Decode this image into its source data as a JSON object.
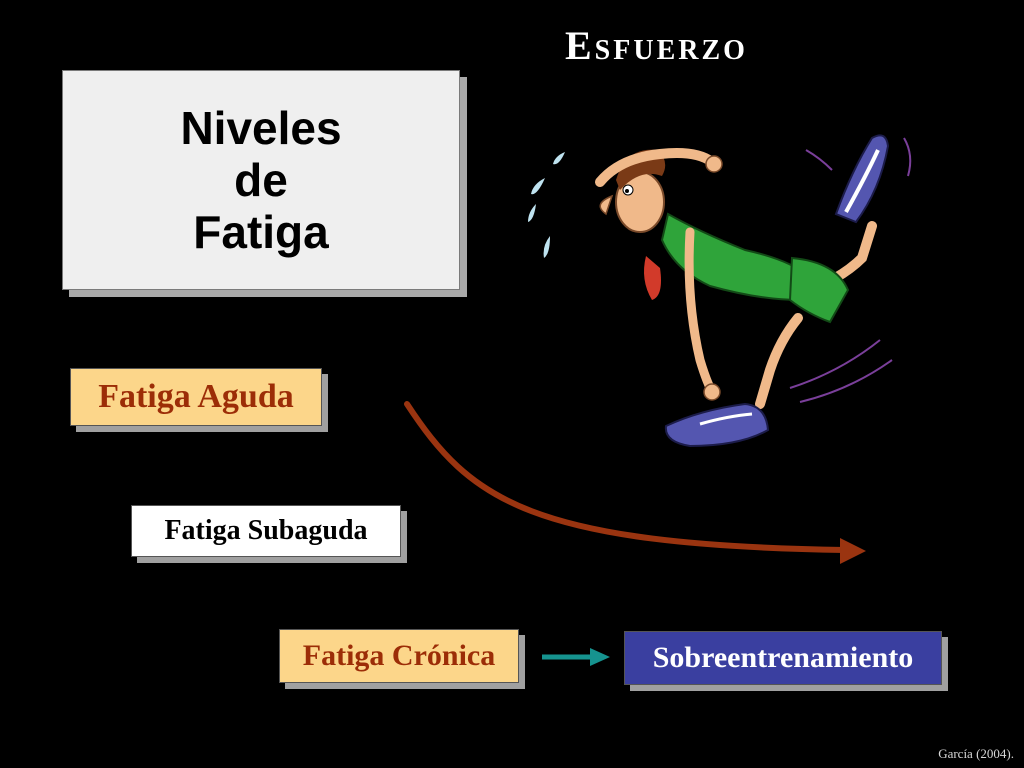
{
  "heading": "Esfuerzo",
  "title": {
    "line1": "Niveles",
    "line2": "de",
    "line3": "Fatiga"
  },
  "levels": [
    {
      "label": "Fatiga Aguda"
    },
    {
      "label": "Fatiga Subaguda"
    },
    {
      "label": "Fatiga Crónica"
    }
  ],
  "outcome": {
    "label": "Sobreentrenamiento"
  },
  "source": "García (2004).",
  "colors": {
    "background": "#000000",
    "aguda_fill": "#fcd68a",
    "aguda_text": "#9c2d07",
    "sobre_fill": "#3a3fa0",
    "curve_arrow": "#9a3410",
    "small_arrow": "#16938f"
  },
  "illustration": {
    "icon": "tired-runner-illustration"
  }
}
